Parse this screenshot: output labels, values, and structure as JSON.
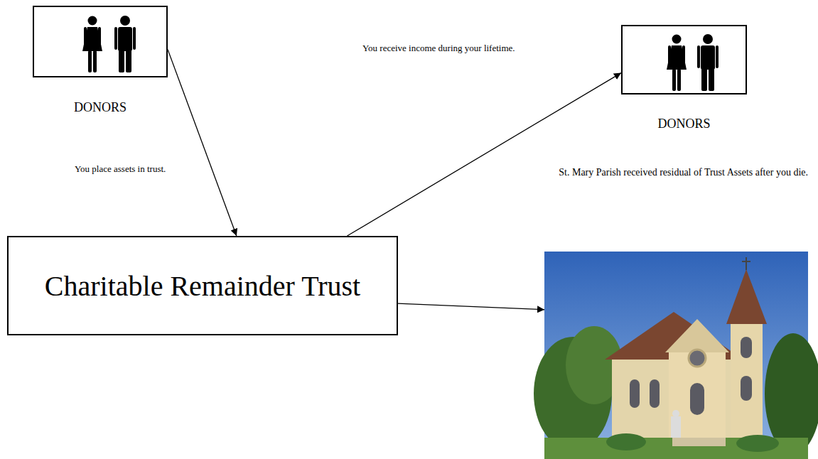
{
  "diagram": {
    "nodes": [
      {
        "text": [
          "DONORS"
        ]
      },
      {
        "text": [
          "DONORS"
        ]
      },
      {
        "text": [
          "Charitable Remainder Trust"
        ]
      },
      {
        "text": [
          "St. Mary Parish received residual of Trust Assets after you die."
        ]
      }
    ],
    "edges": [
      {
        "from": 0,
        "to": 2,
        "arrow": "to",
        "label": "You place assets in trust."
      },
      {
        "from": 2,
        "to": 1,
        "arrow": "to",
        "label": "You receive income during your lifetime."
      },
      {
        "from": 2,
        "to": 3,
        "arrow": "to"
      }
    ]
  }
}
